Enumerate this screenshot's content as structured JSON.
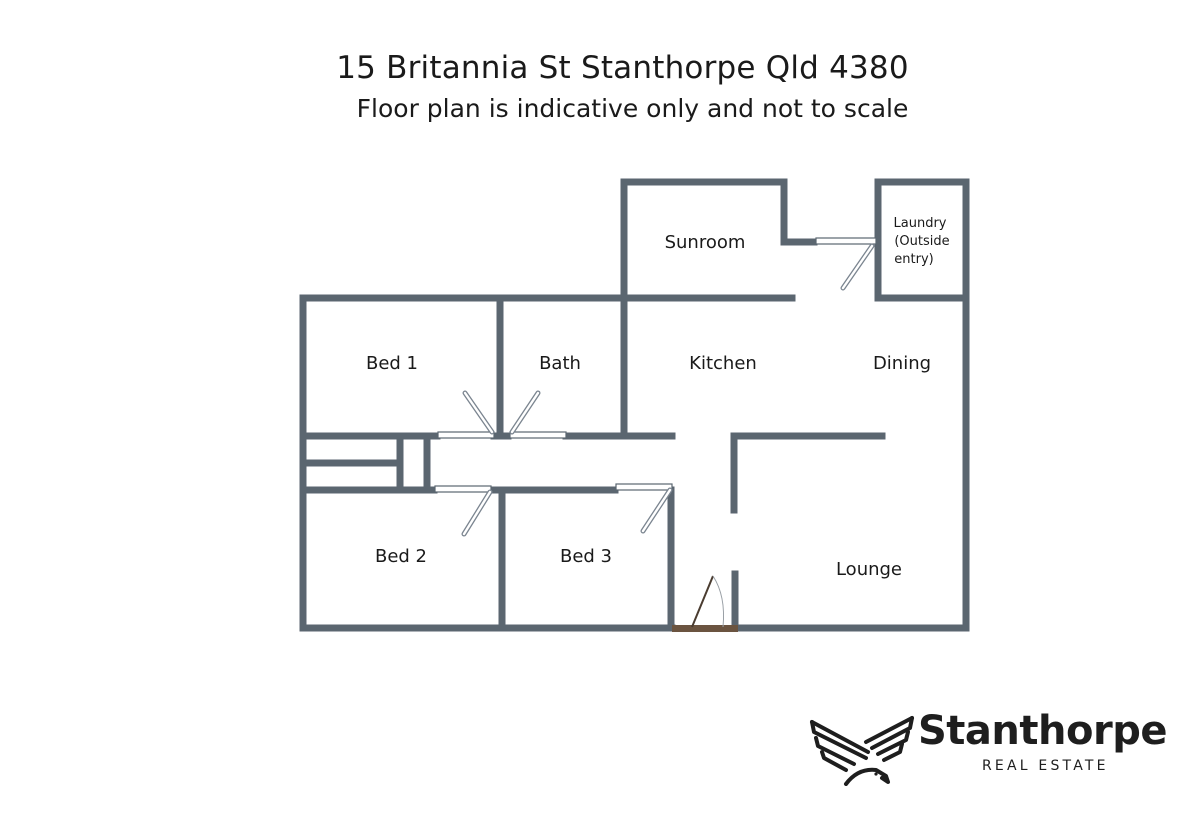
{
  "header": {
    "title": "15 Britannia St Stanthorpe Qld 4380",
    "subtitle": "Floor plan is indicative only and not to scale"
  },
  "floorplan": {
    "wall_color": "#5b6670",
    "door_color": "#ffffff",
    "entry_door_color": "#6b5440",
    "rooms": [
      {
        "id": "sunroom",
        "label": "Sunroom"
      },
      {
        "id": "laundry",
        "label_lines": [
          "Laundry",
          "(Outside",
          "entry)"
        ]
      },
      {
        "id": "bed1",
        "label": "Bed 1"
      },
      {
        "id": "bath",
        "label": "Bath"
      },
      {
        "id": "kitchen",
        "label": "Kitchen"
      },
      {
        "id": "dining",
        "label": "Dining"
      },
      {
        "id": "bed2",
        "label": "Bed 2"
      },
      {
        "id": "bed3",
        "label": "Bed 3"
      },
      {
        "id": "lounge",
        "label": "Lounge"
      }
    ]
  },
  "logo": {
    "brand": "Stanthorpe",
    "tagline": "REAL ESTATE",
    "icon": "eagle-icon"
  }
}
